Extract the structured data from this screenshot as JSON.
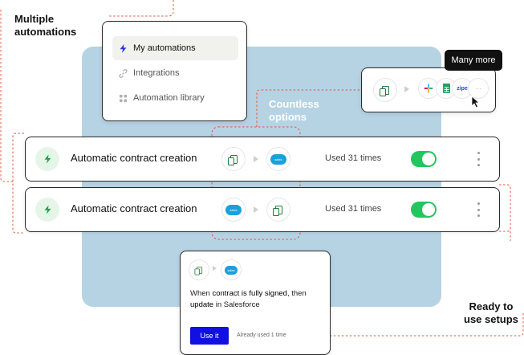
{
  "annotations": {
    "multiple_line1": "Multiple",
    "multiple_line2": "automations",
    "countless_line1": "Countless",
    "countless_line2": "options",
    "ready_line1": "Ready to",
    "ready_line2": "use setups"
  },
  "menu": {
    "items": [
      {
        "label": "My automations",
        "icon": "lightning-icon",
        "active": true
      },
      {
        "label": "Integrations",
        "icon": "link-icon",
        "active": false
      },
      {
        "label": "Automation library",
        "icon": "grid-icon",
        "active": false
      }
    ]
  },
  "integrations": {
    "tooltip": "Many more",
    "zapier_label": "zipe",
    "more_label": "···"
  },
  "automations": [
    {
      "title": "Automatic contract creation",
      "used": "Used 31 times",
      "enabled": true,
      "from": "document",
      "to": "salesforce"
    },
    {
      "title": "Automatic contract creation",
      "used": "Used 31 times",
      "enabled": true,
      "from": "salesforce",
      "to": "document"
    }
  ],
  "template": {
    "text_when": "When ",
    "text_cond": "contract is fully signed",
    "text_then": ", then ",
    "text_action": "update",
    "text_tail": " in Salesforce",
    "button": "Use it",
    "already": "Already used 1 time"
  },
  "colors": {
    "panel": "#b6d3e4",
    "accent_dashed": "#e8553a",
    "toggle_on": "#22c55e",
    "button": "#1010e0",
    "salesforce": "#1aa0dc"
  }
}
